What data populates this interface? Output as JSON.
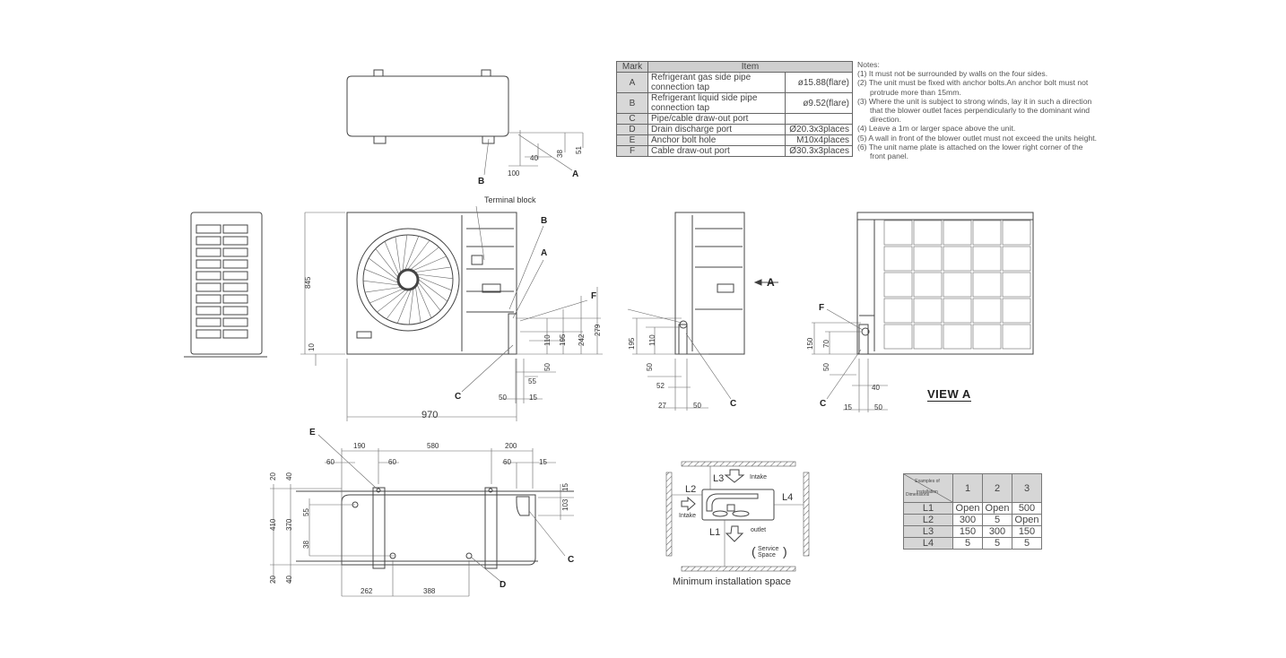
{
  "spec_table": {
    "headers": [
      "Mark",
      "Item"
    ],
    "rows": [
      {
        "mark": "A",
        "item": "Refrigerant gas side pipe connection tap",
        "value": "ø15.88(flare)"
      },
      {
        "mark": "B",
        "item": "Refrigerant liquid side pipe connection tap",
        "value": "ø9.52(flare)"
      },
      {
        "mark": "C",
        "item": "Pipe/cable draw-out port",
        "value": ""
      },
      {
        "mark": "D",
        "item": "Drain discharge port",
        "value": "Ø20.3x3places"
      },
      {
        "mark": "E",
        "item": "Anchor bolt hole",
        "value": "M10x4places"
      },
      {
        "mark": "F",
        "item": "Cable draw-out port",
        "value": "Ø30.3x3places"
      }
    ]
  },
  "notes": {
    "title": "Notes:",
    "items": [
      "(1) It must not be surrounded by walls on the four sides.",
      "(2) The unit must be fixed with anchor bolts.An anchor bolt must not protrude more than 15mm.",
      "(3) Where the unit is subject to strong winds, lay it in such a direction that the blower outlet faces perpendicularly to the dominant wind direction.",
      "(4) Leave a 1m or larger space above the unit.",
      "(5) A wall in front of the blower outlet must not exceed the units height.",
      "(6) The unit name plate is attached on the lower right corner of the front panel."
    ]
  },
  "top_view": {
    "labels": [
      "B",
      "A"
    ],
    "dims": [
      "100",
      "40",
      "38",
      "51"
    ]
  },
  "front_view": {
    "terminal_block": "Terminal block",
    "labels": [
      "B",
      "A",
      "F",
      "C"
    ],
    "dims": [
      "845",
      "10",
      "970",
      "110",
      "195",
      "242",
      "279",
      "50",
      "55",
      "50",
      "15"
    ]
  },
  "right_view": {
    "labels": [
      "A",
      "C"
    ],
    "dims": [
      "195",
      "110",
      "50",
      "52",
      "27",
      "50"
    ]
  },
  "view_a": {
    "title": "VIEW A",
    "labels": [
      "F",
      "C"
    ],
    "dims": [
      "150",
      "70",
      "50",
      "40",
      "15",
      "50"
    ]
  },
  "bottom_view": {
    "labels": [
      "E",
      "C",
      "D"
    ],
    "dims": [
      "190",
      "580",
      "200",
      "60",
      "60",
      "60",
      "15",
      "15",
      "103",
      "20",
      "40",
      "55",
      "410",
      "370",
      "38",
      "20",
      "40",
      "262",
      "388"
    ]
  },
  "installation_space": {
    "title": "Minimum installation space",
    "labels": [
      "L1",
      "L2",
      "L3",
      "L4",
      "Intake",
      "Intake",
      "outlet",
      "Service",
      "Space"
    ]
  },
  "dimension_table": {
    "corner_top": "Examples of installation",
    "corner_bottom": "Dimensions",
    "columns": [
      "1",
      "2",
      "3"
    ],
    "rows": [
      {
        "name": "L1",
        "values": [
          "Open",
          "Open",
          "500"
        ]
      },
      {
        "name": "L2",
        "values": [
          "300",
          "5",
          "Open"
        ]
      },
      {
        "name": "L3",
        "values": [
          "150",
          "300",
          "150"
        ]
      },
      {
        "name": "L4",
        "values": [
          "5",
          "5",
          "5"
        ]
      }
    ]
  }
}
